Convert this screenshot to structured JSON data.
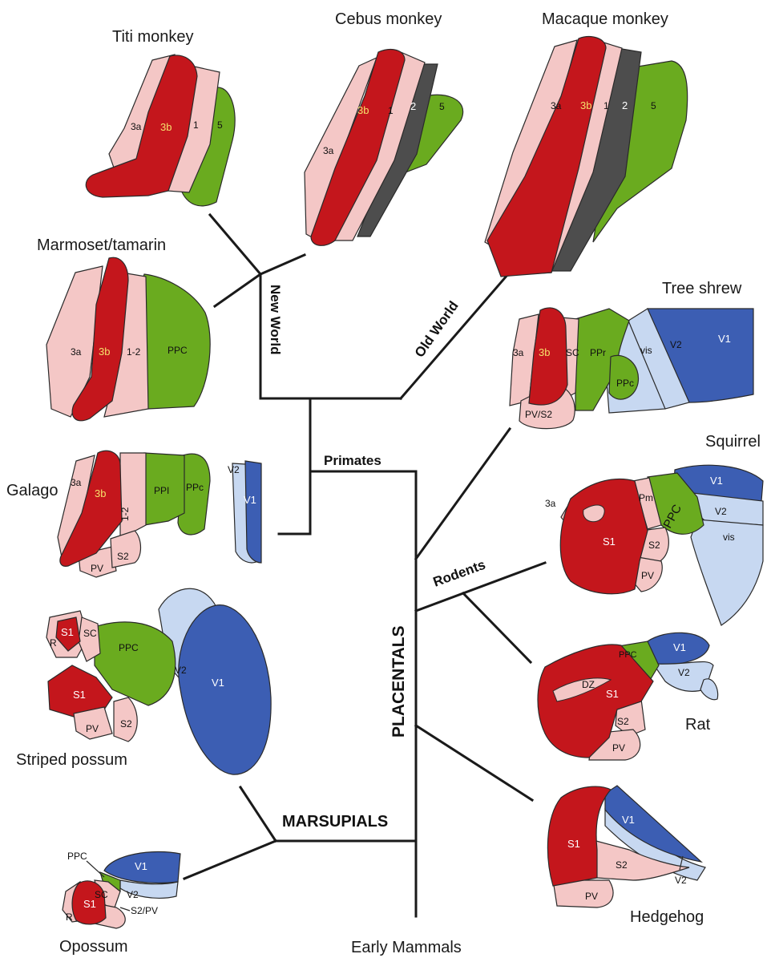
{
  "colors": {
    "s1_red": "#c4161c",
    "area3a_pink": "#f4c7c6",
    "parietal_green": "#6aab1f",
    "area2_gray": "#4d4d4d",
    "v1_blue": "#3c5eb3",
    "v2_lightblue": "#c7d8f1",
    "tree_black": "#1a1a1a"
  },
  "species": {
    "titi": "Titi monkey",
    "cebus": "Cebus monkey",
    "macaque": "Macaque monkey",
    "marmoset": "Marmoset/tamarin",
    "tree_shrew": "Tree shrew",
    "galago": "Galago",
    "squirrel": "Squirrel",
    "striped_possum": "Striped possum",
    "rat": "Rat",
    "opossum": "Opossum",
    "hedgehog": "Hedgehog",
    "early": "Early Mammals"
  },
  "groups": {
    "new_world": "New World",
    "old_world": "Old World",
    "primates": "Primates",
    "rodents": "Rodents",
    "placentals": "PLACENTALS",
    "marsupials": "MARSUPIALS"
  },
  "areas": {
    "titi": {
      "a3a": "3a",
      "a3b": "3b",
      "a1": "1",
      "a5": "5"
    },
    "cebus": {
      "a3a": "3a",
      "a3b": "3b",
      "a1": "1",
      "a2": "2",
      "a5": "5"
    },
    "macaque": {
      "a3a": "3a",
      "a3b": "3b",
      "a1": "1",
      "a2": "2",
      "a5": "5"
    },
    "marmoset": {
      "a3a": "3a",
      "a3b": "3b",
      "a12": "1-2",
      "ppc": "PPC"
    },
    "tree_shrew": {
      "a3a": "3a",
      "a3b": "3b",
      "sc": "SC",
      "ppr": "PPr",
      "ppc": "PPc",
      "vis": "vis",
      "v2": "V2",
      "v1": "V1",
      "pvs2": "PV/S2"
    },
    "galago": {
      "a3a": "3a",
      "a3b": "3b",
      "a12": "1-2",
      "ppi": "PPI",
      "ppc": "PPc",
      "v2": "V2",
      "v1": "V1",
      "pv": "PV",
      "s2": "S2"
    },
    "squirrel": {
      "a3a": "3a",
      "s1": "S1",
      "pm": "Pm",
      "ppc": "PPC",
      "s2": "S2",
      "pv": "PV",
      "v1": "V1",
      "v2": "V2",
      "vis": "vis"
    },
    "striped_possum": {
      "s1a": "S1",
      "sc": "SC",
      "r": "R",
      "ppc": "PPC",
      "s1b": "S1",
      "pv": "PV",
      "s2": "S2",
      "v2": "V2",
      "v1": "V1"
    },
    "rat": {
      "dz": "DZ",
      "s1": "S1",
      "ppc": "PPC",
      "v1": "V1",
      "v2": "V2",
      "s2": "S2",
      "pv": "PV"
    },
    "opossum": {
      "ppc": "PPC",
      "v1": "V1",
      "sc": "SC",
      "v2": "V2",
      "s1": "S1",
      "r": "R",
      "s2pv": "S2/PV"
    },
    "hedgehog": {
      "s1": "S1",
      "v1": "V1",
      "s2": "S2",
      "pv": "PV",
      "v2": "V2"
    }
  }
}
